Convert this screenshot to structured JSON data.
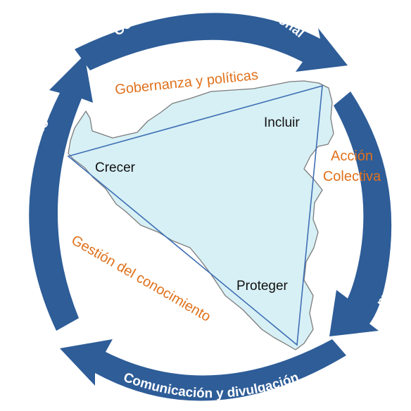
{
  "cycle": {
    "top": "Coordinación interinstitucional",
    "right": "Financiamiento y sostenibilidad",
    "bottom": "Comunicación y divulgación",
    "left": "Monitoreo y seguimiento"
  },
  "themes": {
    "governance": "Gobernanza y políticas",
    "collective_1": "Acción",
    "collective_2": "Colectiva",
    "knowledge": "Gestión del conocimiento"
  },
  "vertices": {
    "include": "Incluir",
    "grow": "Crecer",
    "protect": "Proteger"
  },
  "colors": {
    "arrow": "#2E5D98",
    "region_fill": "#D7F0F5",
    "region_outline": "#7C7C7C",
    "triangle": "#3F6FB5",
    "theme_text": "#E0711C"
  }
}
